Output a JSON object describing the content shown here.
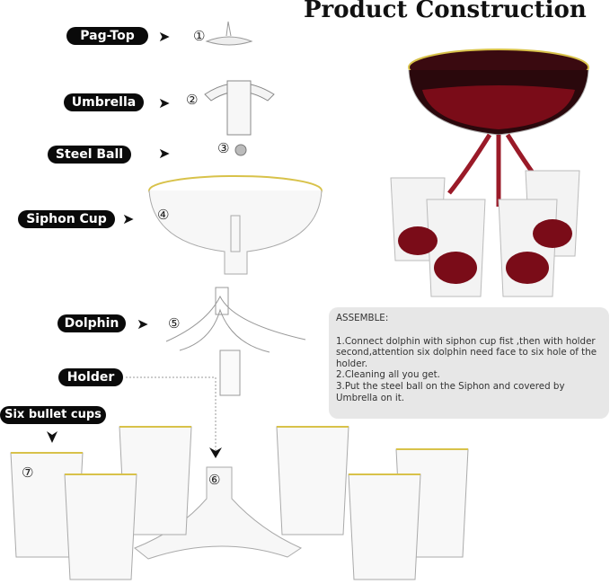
{
  "title": "Product Construction",
  "parts": [
    {
      "number": "①",
      "label": "Pag-Top"
    },
    {
      "number": "②",
      "label": "Umbrella"
    },
    {
      "number": "③",
      "label": "Steel Ball"
    },
    {
      "number": "④",
      "label": "Siphon Cup"
    },
    {
      "number": "⑤",
      "label": "Dolphin"
    },
    {
      "number": "⑥",
      "label": "Holder"
    },
    {
      "number": "⑦",
      "label": "Six bullet cups"
    }
  ],
  "arrow_glyph": "➤",
  "assemble": {
    "heading": "ASSEMBLE:",
    "steps": [
      "1.Connect dolphin with siphon cup fist ,then with holder second,attention six dolphin need face to six hole of the holder.",
      "2.Cleaning all you get.",
      "3.Put the steel ball on the Siphon and covered by Umbrella on it."
    ]
  },
  "colors": {
    "wine": "#7a0c18",
    "glass_rim": "#d8c24a",
    "panel": "#e7e7e7"
  }
}
